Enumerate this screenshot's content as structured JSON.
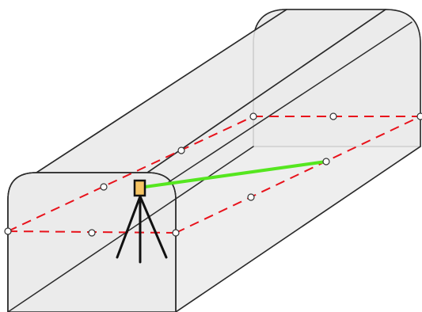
{
  "colors": {
    "face_fill": "#ebebeb",
    "edge": "#2b2b2b",
    "scan_line": "#e8121b",
    "point_fill": "#ffffff",
    "point_stroke": "#333333",
    "beam": "#55e61f",
    "tripod": "#111111",
    "instrument": "#f6c463"
  },
  "icons": {
    "instrument": "total-station-on-tripod",
    "points": "survey-point-circle"
  },
  "survey_point_count": 10
}
